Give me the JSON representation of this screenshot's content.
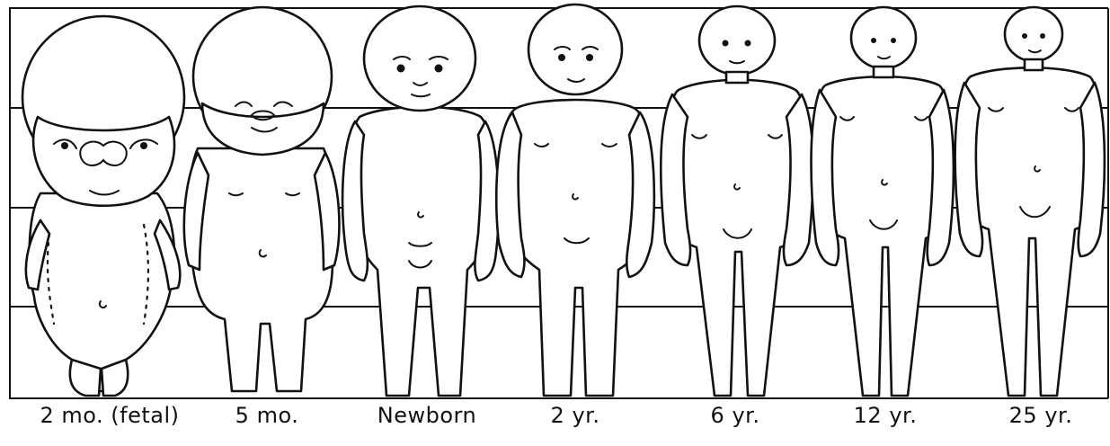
{
  "figures": [
    {
      "label": "2 mo. (fetal)"
    },
    {
      "label": "5 mo."
    },
    {
      "label": "Newborn"
    },
    {
      "label": "2 yr."
    },
    {
      "label": "6 yr."
    },
    {
      "label": "12 yr."
    },
    {
      "label": "25 yr."
    }
  ]
}
